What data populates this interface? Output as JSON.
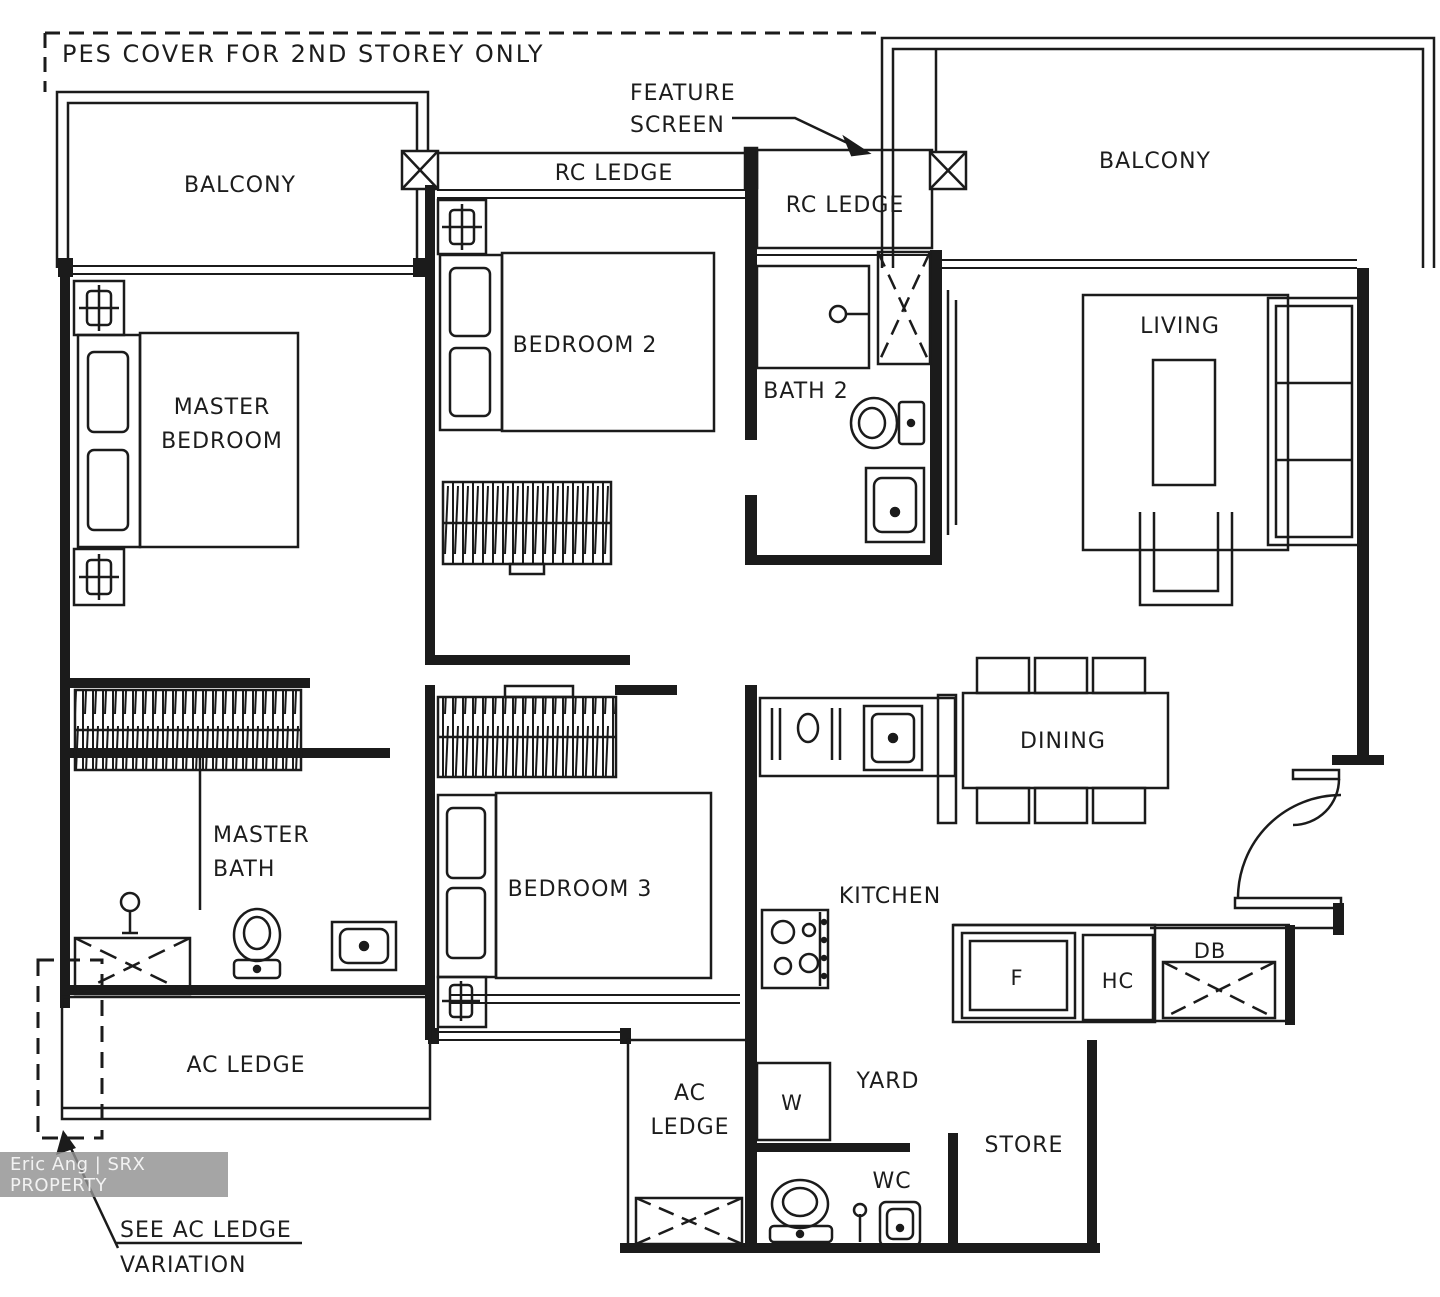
{
  "annotations": {
    "pes_cover": "PES COVER FOR 2ND STOREY ONLY",
    "feature_screen_line1": "FEATURE",
    "feature_screen_line2": "SCREEN",
    "see_ac_ledge_line1": "SEE AC LEDGE",
    "see_ac_ledge_line2": "VARIATION"
  },
  "rooms": {
    "balcony_left": "BALCONY",
    "balcony_right": "BALCONY",
    "rc_ledge_top": "RC LEDGE",
    "rc_ledge_right": "RC LEDGE",
    "master_bedroom_line1": "MASTER",
    "master_bedroom_line2": "BEDROOM",
    "bedroom_2": "BEDROOM 2",
    "bath_2": "BATH 2",
    "living": "LIVING",
    "dining": "DINING",
    "kitchen": "KITCHEN",
    "master_bath_line1": "MASTER",
    "master_bath_line2": "BATH",
    "bedroom_3": "BEDROOM 3",
    "ac_ledge_left": "AC LEDGE",
    "ac_ledge_mid_line1": "AC",
    "ac_ledge_mid_line2": "LEDGE",
    "yard": "YARD",
    "store": "STORE",
    "wc": "WC"
  },
  "appliances": {
    "washer": "W",
    "fridge": "F",
    "hot_water_cylinder": "HC",
    "distribution_board": "DB"
  },
  "watermark": "Eric Ang | SRX PROPERTY"
}
